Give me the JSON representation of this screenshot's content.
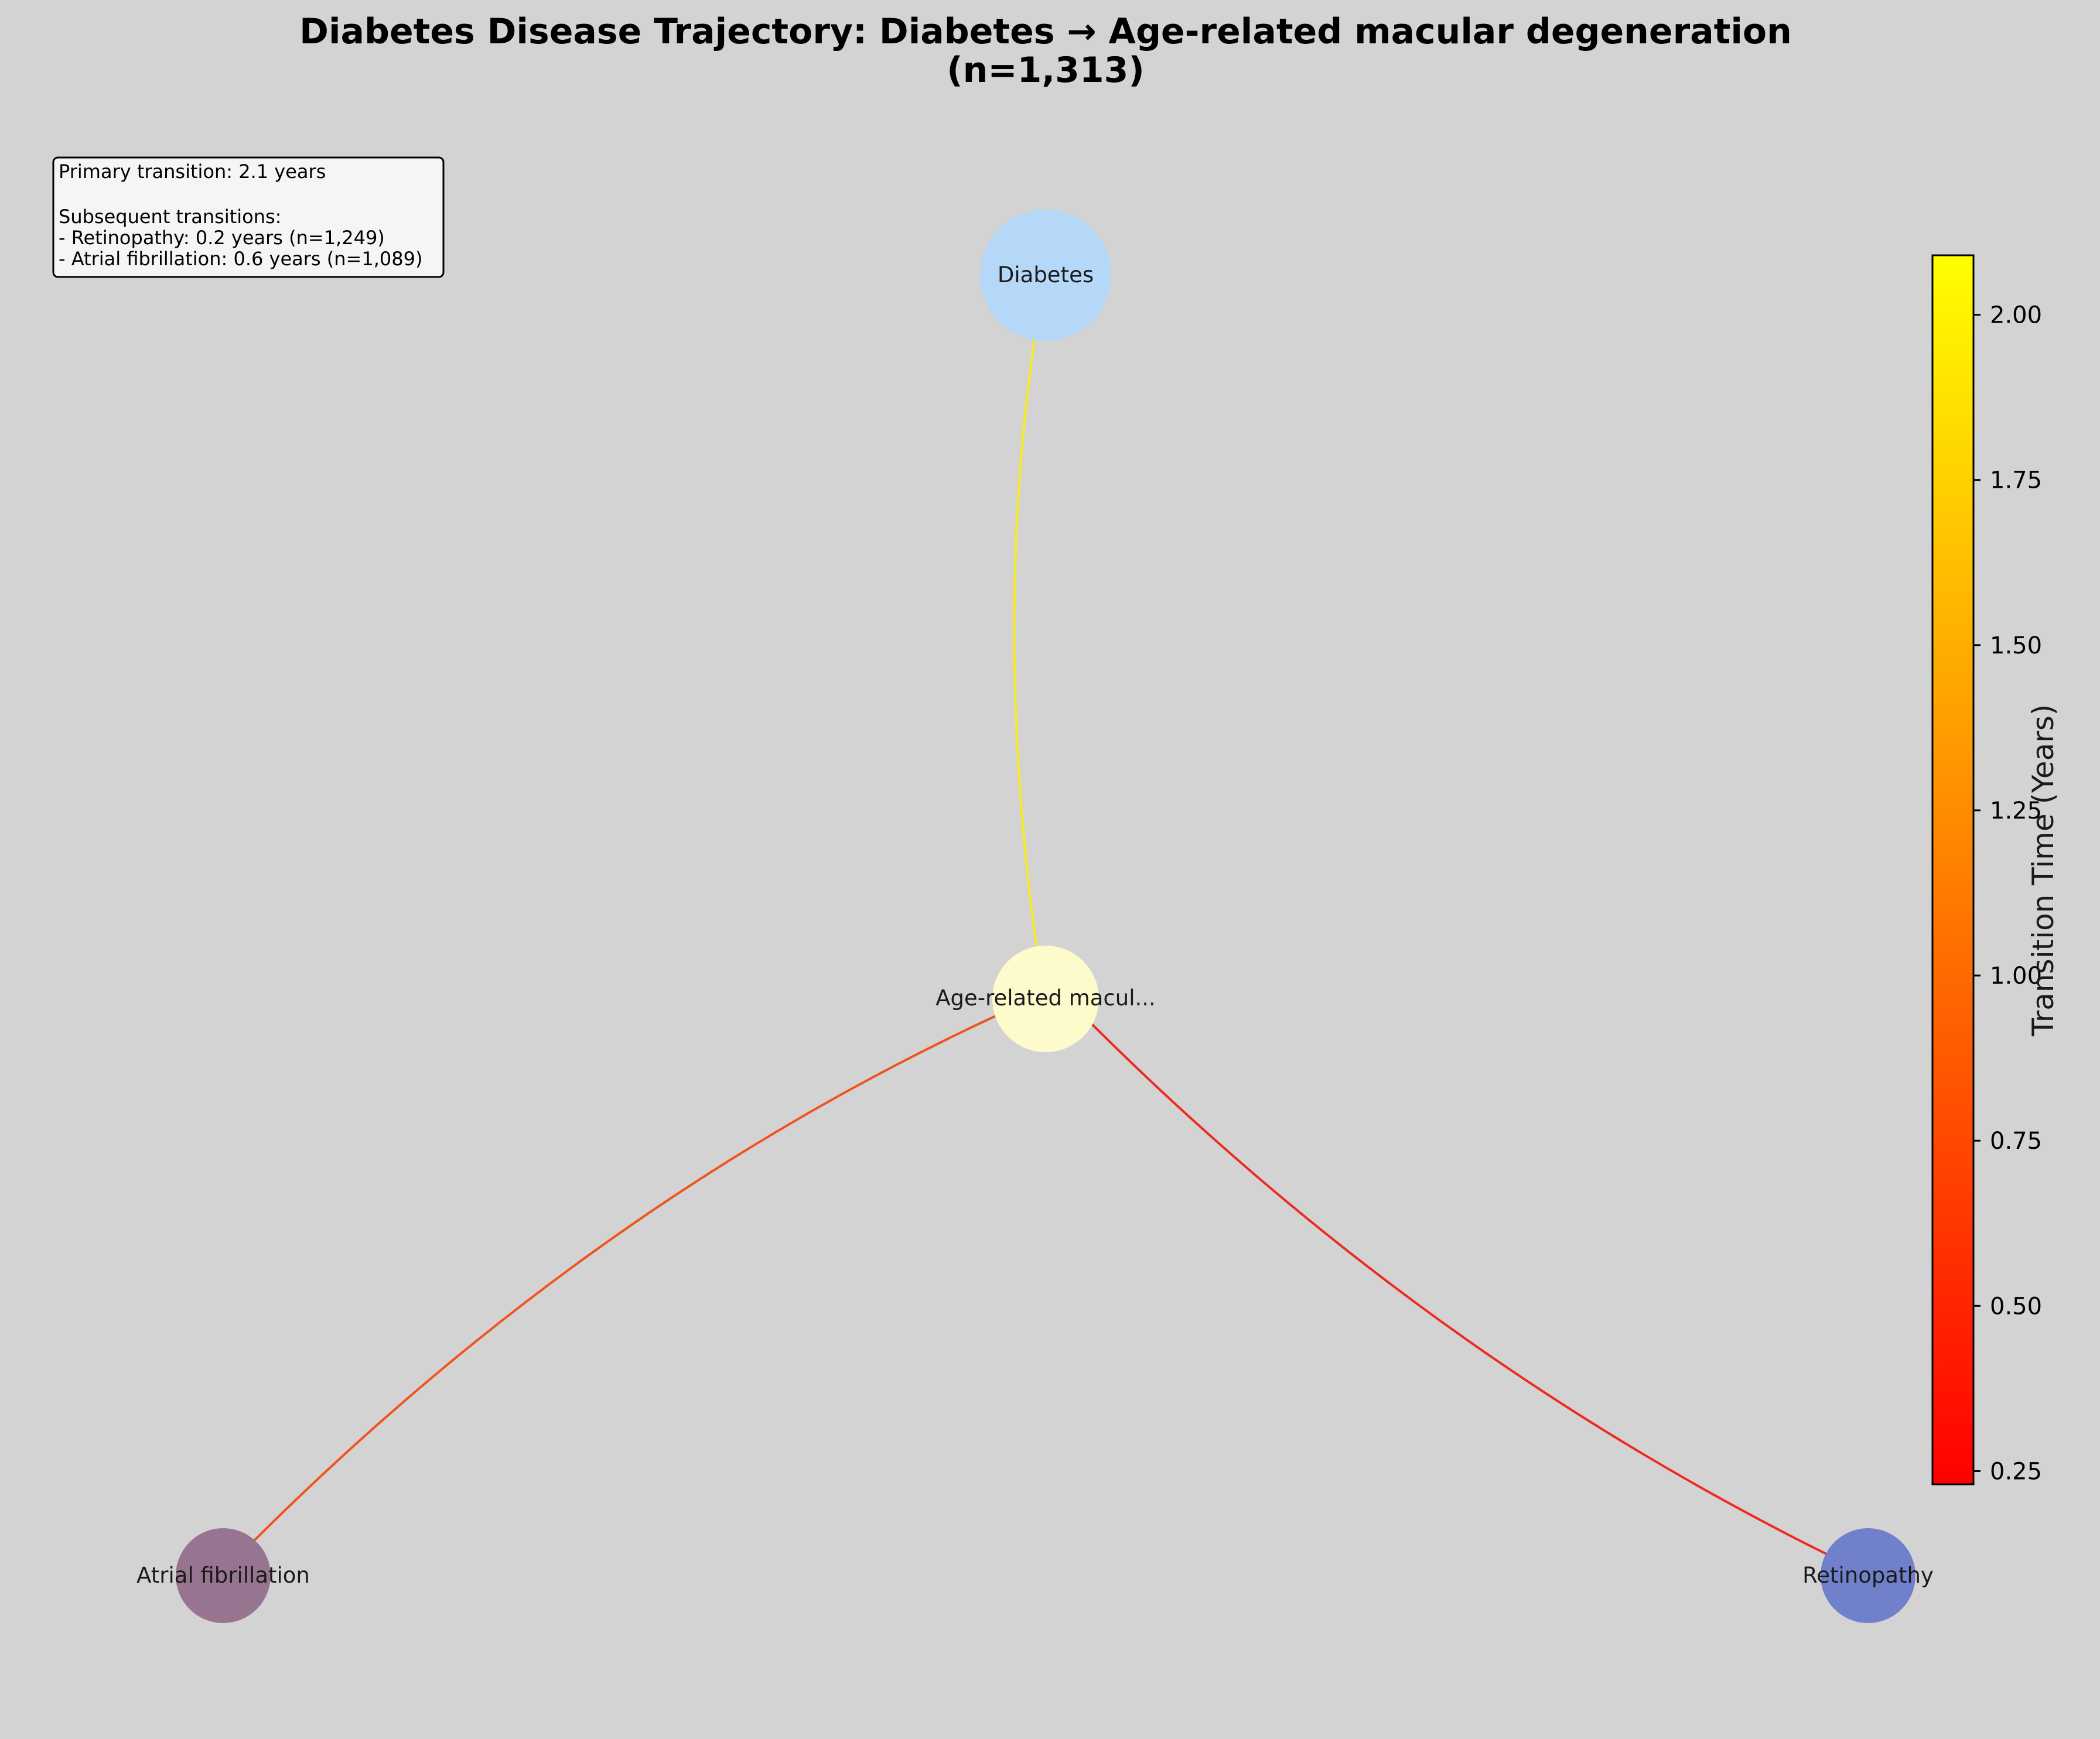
{
  "title": {
    "line1": "Diabetes Disease Trajectory: Diabetes → Age-related macular degeneration",
    "line2": "(n=1,313)"
  },
  "info_box": {
    "lines": [
      "Primary transition: 2.1 years",
      "",
      "Subsequent transitions:",
      "- Retinopathy: 0.2 years (n=1,249)",
      "- Atrial fibrillation: 0.6 years (n=1,089)"
    ]
  },
  "nodes": [
    {
      "id": "diabetes",
      "label": "Diabetes",
      "color": "#b5d7f8"
    },
    {
      "id": "amd",
      "label": "Age-related macul...",
      "color": "#fdfacb"
    },
    {
      "id": "af",
      "label": "Atrial fibrillation",
      "color": "#977591"
    },
    {
      "id": "retinopathy",
      "label": "Retinopathy",
      "color": "#7180cb"
    }
  ],
  "edges": [
    {
      "from": "diabetes",
      "to": "amd",
      "years": 2.1,
      "color": "#f6eb20"
    },
    {
      "from": "amd",
      "to": "af",
      "years": 0.6,
      "color": "#f0531e"
    },
    {
      "from": "amd",
      "to": "retinopathy",
      "years": 0.2,
      "color": "#ee2a1f"
    }
  ],
  "colorbar": {
    "label": "Transition Time (Years)",
    "min": 0.23,
    "max": 2.09,
    "ticks": [
      "0.25",
      "0.50",
      "0.75",
      "1.00",
      "1.25",
      "1.50",
      "1.75",
      "2.00"
    ],
    "colormap": "autumn",
    "colors": [
      "#ff0000",
      "#ff8000",
      "#ffff00"
    ]
  },
  "background": "#d3d3d3"
}
